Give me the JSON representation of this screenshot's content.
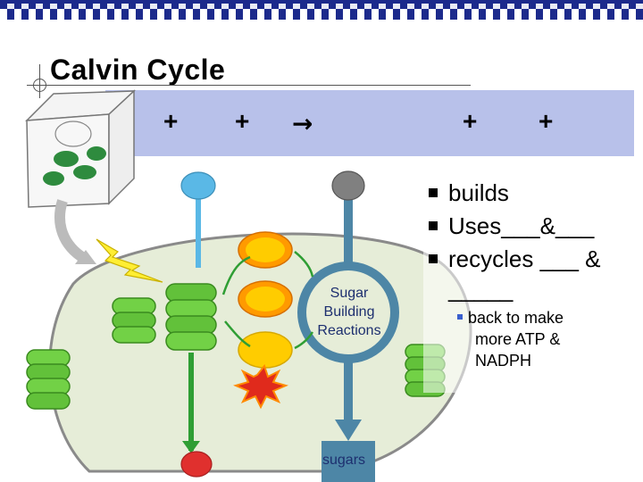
{
  "slide": {
    "title": "Calvin Cycle",
    "equation": {
      "plus_1": "+",
      "plus_2": "+",
      "arrow": "→",
      "plus_3": "+",
      "plus_4": "+"
    },
    "bullets": [
      "builds",
      "Uses___&___",
      "recycles ___ &",
      "_____"
    ],
    "sub_bullet_lines": [
      "back to make",
      "more ATP &",
      "NADPH"
    ]
  },
  "diagram": {
    "cycle_label_lines": [
      "Sugar",
      "Building",
      "Reactions"
    ],
    "output_label": "sugars"
  },
  "colors": {
    "top_bar": "#1c2a8c",
    "equation_band": "#b8c1ea",
    "cycle_blue": "#4d86a6",
    "thylakoid_green": "#62c13a",
    "chloroplast_fill": "#e6edd8",
    "input_blue": "#5ab8e6",
    "output_red": "#e0302e",
    "input_gray": "#808080",
    "carrier_yellow": "#ffcc00"
  }
}
